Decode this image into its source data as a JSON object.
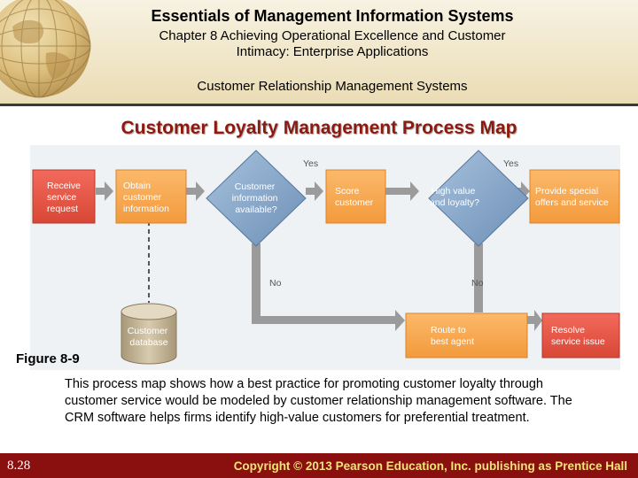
{
  "header": {
    "title": "Essentials of Management Information Systems",
    "chapter_line1": "Chapter 8 Achieving Operational Excellence and Customer",
    "chapter_line2": "Intimacy: Enterprise Applications",
    "section": "Customer Relationship Management Systems"
  },
  "slide_title": "Customer Loyalty Management Process Map",
  "diagram": {
    "nodes": {
      "receive": [
        "Receive",
        "service",
        "request"
      ],
      "obtain": [
        "Obtain",
        "customer",
        "information"
      ],
      "decision1": [
        "Customer",
        "information",
        "available?"
      ],
      "score": [
        "Score",
        "customer"
      ],
      "decision2": [
        "High value",
        "and loyalty?"
      ],
      "special": [
        "Provide special",
        "offers and service"
      ],
      "database": [
        "Customer",
        "database"
      ],
      "route": [
        "Route to",
        "best agent"
      ],
      "resolve": [
        "Resolve",
        "service issue"
      ]
    },
    "labels": {
      "yes1": "Yes",
      "yes2": "Yes",
      "no1": "No",
      "no2": "No"
    },
    "colors": {
      "red": "#e8574a",
      "orange": "#f5a54a",
      "diamond": "#7f9fc2",
      "arrow": "#9b9b9b",
      "cylinder": "#c2b398"
    }
  },
  "figure_label": "Figure 8-9",
  "caption": "This process map shows how a best practice for promoting customer loyalty through customer service would be modeled by customer relationship management software. The CRM software helps firms identify high-value customers for preferential treatment.",
  "footer": {
    "page": "8.28",
    "copyright": "Copyright © 2013 Pearson Education, Inc. publishing as Prentice Hall"
  }
}
